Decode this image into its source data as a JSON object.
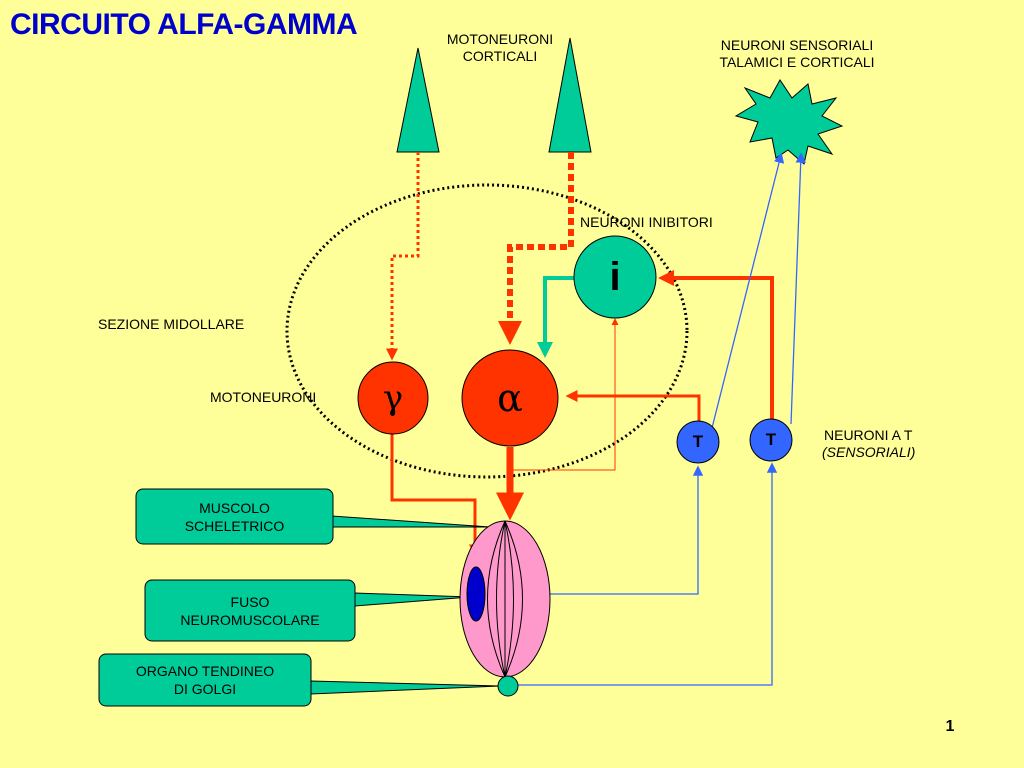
{
  "title": "CIRCUITO ALFA-GAMMA",
  "labels": {
    "cortical_motoneurons": [
      "MOTONEURONI",
      "CORTICALI"
    ],
    "sensory_neurons": [
      "NEURONI SENSORIALI",
      "TALAMICI E CORTICALI"
    ],
    "inhibitory_neurons": "NEURONI INIBITORI",
    "spinal_section": "SEZIONE MIDOLLARE",
    "motoneurons": "MOTONEURONI",
    "t_neurons": "NEURONI A T",
    "t_neurons_sub": "(SENSORIALI)"
  },
  "callouts": {
    "muscle": [
      "MUSCOLO",
      "SCHELETRICO"
    ],
    "spindle": [
      "FUSO",
      "NEUROMUSCOLARE"
    ],
    "golgi": [
      "ORGANO TENDINEO",
      "DI GOLGI"
    ]
  },
  "neurons": {
    "inhibitory": "i",
    "gamma": "γ",
    "alpha": "α",
    "t_left": "T",
    "t_right": "T"
  },
  "page_number": "1",
  "colors": {
    "background": "#FFFF99",
    "title": "#0000CC",
    "green": "#00CC99",
    "red_orange": "#FF3300",
    "blue": "#3366FF",
    "muscle": "#FF99CC",
    "spindle": "#0000CC"
  }
}
